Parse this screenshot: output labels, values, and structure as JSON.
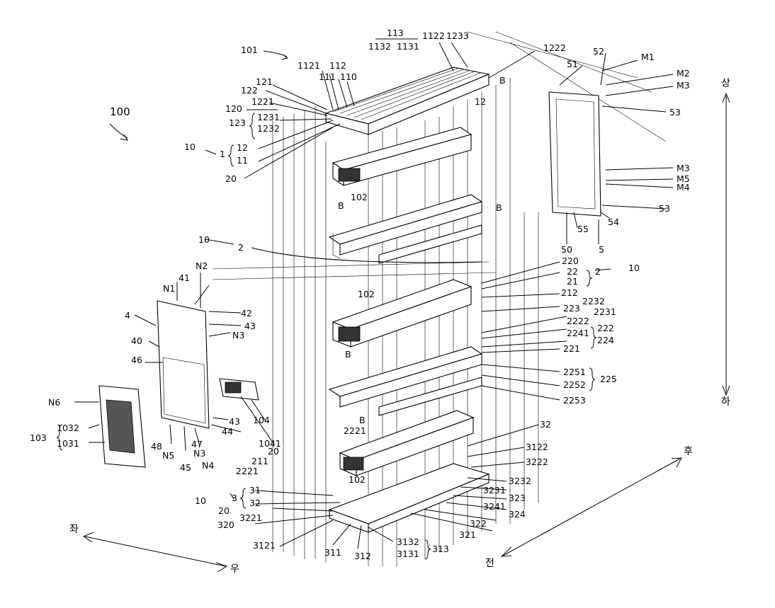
{
  "assembly": "100",
  "labels": {
    "l101": "101",
    "l113": "113",
    "l1132": "1132",
    "l1131": "1131",
    "l1122": "1122",
    "l1233": "1233",
    "l1222": "1222",
    "l1121": "1121",
    "l112": "112",
    "l111": "111",
    "l110": "110",
    "l121": "121",
    "l122": "122",
    "l1221": "1221",
    "l120": "120",
    "l123": "123",
    "l1231": "1231",
    "l1232": "1232",
    "lB1": "B",
    "l12a": "12",
    "l10a": "10",
    "l1": "1",
    "l12b": "12",
    "l11": "11",
    "l20a": "20",
    "l102a": "102",
    "lB2": "B",
    "lB3": "B",
    "l10b": "10",
    "l2a": "2",
    "lM1": "M1",
    "lM2": "M2",
    "lM3a": "M3",
    "l51": "51",
    "l52": "52",
    "l53a": "53",
    "lM3b": "M3",
    "lM5": "M5",
    "lM4": "M4",
    "l53b": "53",
    "l54": "54",
    "l55": "55",
    "l50": "50",
    "l5": "5",
    "l220": "220",
    "l22": "22",
    "l2b": "2",
    "l10c": "10",
    "l21": "21",
    "l212": "212",
    "l2232": "2232",
    "l223": "223",
    "l2231": "2231",
    "l2222": "2222",
    "l222": "222",
    "l2241": "2241",
    "l224": "224",
    "l221": "221",
    "l2251": "2251",
    "l225": "225",
    "l2252": "2252",
    "l2253": "2253",
    "l102b": "102",
    "lB4": "B",
    "lB5": "B",
    "l2221a": "2221",
    "l20b": "20",
    "l211": "211",
    "l2221b": "2221",
    "lN2": "N2",
    "lN1": "N1",
    "l41": "41",
    "l4": "4",
    "l42": "42",
    "l43a": "43",
    "l40": "40",
    "lN3a": "N3",
    "l46": "46",
    "l43b": "43",
    "l104": "104",
    "l44": "44",
    "l1041": "1041",
    "lN3b": "N3",
    "lN4": "N4",
    "l47": "47",
    "l45": "45",
    "l48": "48",
    "lN5": "N5",
    "lN6": "N6",
    "l103": "103",
    "l1032": "1032",
    "l1031": "1031",
    "l32a": "32",
    "l3122": "3122",
    "l3222": "3222",
    "l102c": "102",
    "l3232": "3232",
    "l3231": "3231",
    "l323": "323",
    "l3241": "3241",
    "l324": "324",
    "l10d": "10",
    "l3": "3",
    "l31": "31",
    "l32b": "32",
    "l20c": "20",
    "l3221": "3221",
    "l320": "320",
    "l322": "322",
    "l321": "321",
    "l3121": "3121",
    "l311": "311",
    "l312": "312",
    "l3132": "3132",
    "l3131": "3131",
    "l313": "313"
  },
  "directions": {
    "up": "상",
    "down": "하",
    "rear": "후",
    "front": "전",
    "left": "좌",
    "right": "우"
  }
}
